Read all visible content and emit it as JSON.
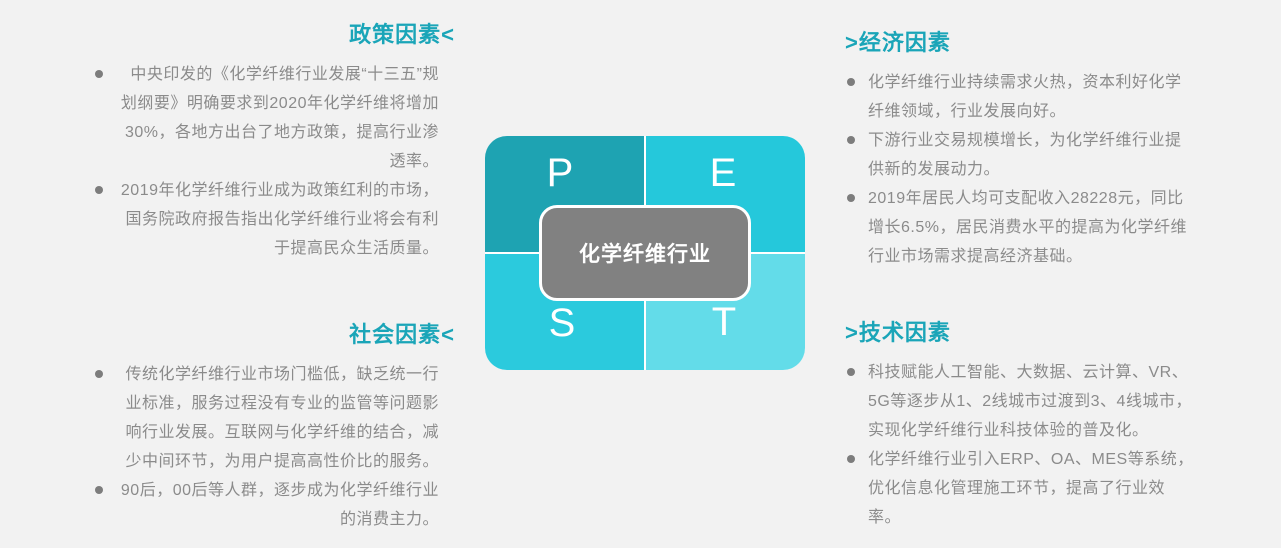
{
  "slide": {
    "background_color": "#f2f2f2",
    "accent_color": "#1aa5b8",
    "body_text_color": "#8b8b8b"
  },
  "sections": {
    "policy": {
      "title": "政策因素<",
      "bullets": [
        "中央印发的《化学纤维行业发展“十三五”规划纲要》明确要求到2020年化学纤维将增加30%，各地方出台了地方政策，提高行业渗透率。",
        "2019年化学纤维行业成为政策红利的市场，国务院政府报告指出化学纤维行业将会有利于提高民众生活质量。"
      ]
    },
    "economic": {
      "title": ">经济因素",
      "bullets": [
        "化学纤维行业持续需求火热，资本利好化学纤维领域，行业发展向好。",
        "下游行业交易规模增长，为化学纤维行业提供新的发展动力。",
        "2019年居民人均可支配收入28228元，同比增长6.5%，居民消费水平的提高为化学纤维行业市场需求提高经济基础。"
      ]
    },
    "social": {
      "title": "社会因素<",
      "bullets": [
        "传统化学纤维行业市场门槛低，缺乏统一行业标准，服务过程没有专业的监管等问题影响行业发展。互联网与化学纤维的结合，减少中间环节，为用户提高高性价比的服务。",
        "90后，00后等人群，逐步成为化学纤维行业的消费主力。"
      ]
    },
    "technology": {
      "title": ">技术因素",
      "bullets": [
        "科技赋能人工智能、大数据、云计算、VR、5G等逐步从1、2线城市过渡到3、4线城市，实现化学纤维行业科技体验的普及化。",
        "化学纤维行业引入ERP、OA、MES等系统，优化信息化管理施工环节，提高了行业效率。"
      ]
    }
  },
  "pest": {
    "letters": [
      "P",
      "E",
      "S",
      "T"
    ],
    "center_label": "化学纤维行业",
    "quadrant_colors": {
      "p": "#1ea3b2",
      "e": "#25c8db",
      "s": "#2bcadd",
      "t": "#63dce9"
    },
    "center_box_color": "#818181"
  }
}
